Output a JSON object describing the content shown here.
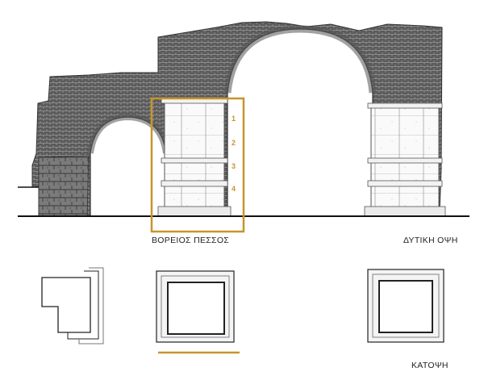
{
  "labels": {
    "north_pier": "ΒΟΡΕΙΟΣ  ΠΕΣΣΟΣ",
    "west_elevation": "ΔΥΤΙΚΗ ΟΨΗ",
    "plan": "ΚΑΤΟΨΗ"
  },
  "pier_courses": [
    "1",
    "2",
    "3",
    "4"
  ],
  "colors": {
    "highlight": "#c8952a",
    "ink": "#222222",
    "masonry": "#8c8c8c",
    "paper": "#ffffff"
  }
}
